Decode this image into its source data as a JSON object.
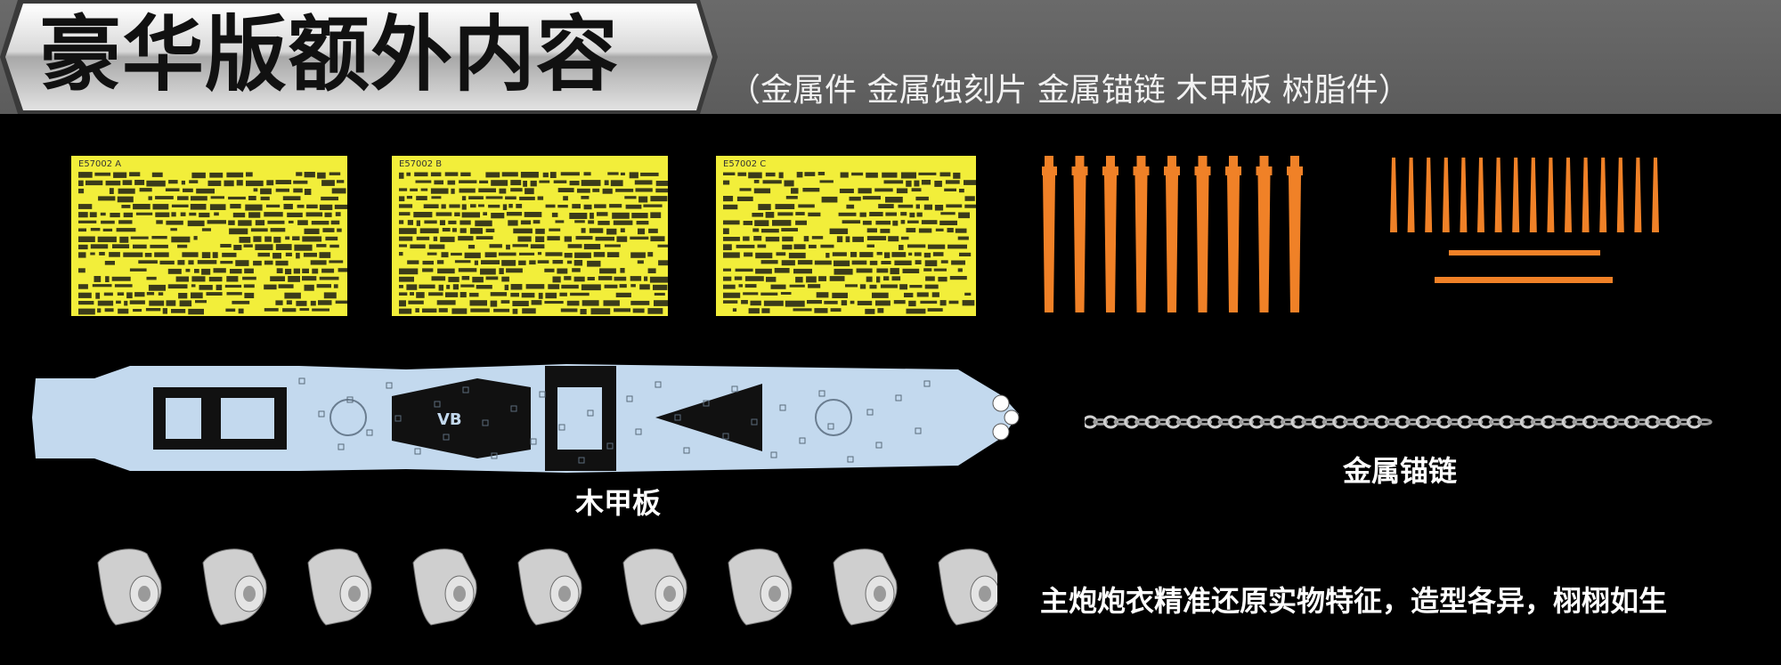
{
  "header": {
    "title": "豪华版额外内容",
    "subtitle": "（金属件  金属蚀刻片  金属锚链  木甲板  树脂件）",
    "plate_colors": {
      "light": "#e8e8e8",
      "dark": "#9a9a9a",
      "bar": "#626262"
    }
  },
  "pe_sheets": {
    "color": "#f2ee3a",
    "labels": [
      "E57002 A",
      "E57002 B",
      "E57002 C"
    ]
  },
  "metal_parts": {
    "color": "#f08127",
    "barrel_count": 9,
    "small_barrel_count": 16
  },
  "deck": {
    "color": "#c3d9ee",
    "label": "木甲板"
  },
  "chain": {
    "label": "金属锚链"
  },
  "resin": {
    "turret_count": 9,
    "description": "主炮炮衣精准还原实物特征，造型各异，栩栩如生"
  }
}
